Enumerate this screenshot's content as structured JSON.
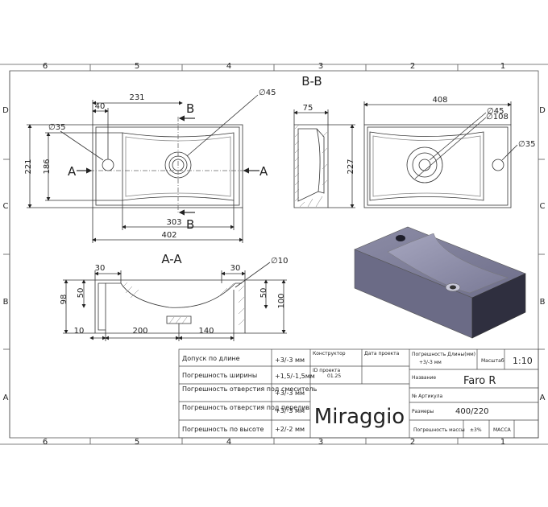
{
  "drawing": {
    "section_bb": "B-B",
    "section_aa": "A-A",
    "zones_x": [
      "6",
      "5",
      "4",
      "3",
      "2",
      "1"
    ],
    "zones_y": [
      "D",
      "C",
      "B",
      "A"
    ],
    "top_view": {
      "d40": "40",
      "d231": "231",
      "d35": "35",
      "d45": "45",
      "d221": "221",
      "d186": "186",
      "d303": "303",
      "d402": "402",
      "cut_a": "A",
      "cut_b": "B"
    },
    "side_view": {
      "d75": "75",
      "d227": "227"
    },
    "rear_view": {
      "d408": "408",
      "d108": "108",
      "d45": "45",
      "d35": "35"
    },
    "section_view": {
      "d30l": "30",
      "d30r": "30",
      "d10": "10",
      "d50l": "50",
      "d50r": "50",
      "d98": "98",
      "d100": "100",
      "d10b": "10",
      "d200": "200",
      "d140": "140"
    },
    "diameter_symbol": "∅"
  },
  "title_block": {
    "rows": [
      {
        "label": "Допуск по длине",
        "value": "+3/-3 мм"
      },
      {
        "label": "Погрешность ширины",
        "value": "+1,5/-1,5мм"
      },
      {
        "label": "Погрешность отверстия под смеситель",
        "value": "+3/-3 мм"
      },
      {
        "label": "Погрешность отверстия под перелив",
        "value": "+3/-3 мм"
      },
      {
        "label": "Погрешность по высоте",
        "value": "+2/-2 мм"
      }
    ],
    "constructor_label": "Конструктор",
    "date_label": "Дата проекта",
    "id_label": "ID проекта",
    "id_value": "01.25",
    "hole_tol_label": "Погрешность Длины(мм)",
    "hole_tol_value": "+3/-3 мм",
    "scale_label": "Масштаб",
    "scale_value": "1:10",
    "name_label": "Название",
    "name_value": "Faro R",
    "article_label": "№ Артикула",
    "size_label": "Размеры",
    "size_value": "400/220",
    "mass_tol_label": "Погрешность массы",
    "mass_tol_value": "±3%",
    "mass_label": "МАССА",
    "brand": "Miraggio"
  }
}
